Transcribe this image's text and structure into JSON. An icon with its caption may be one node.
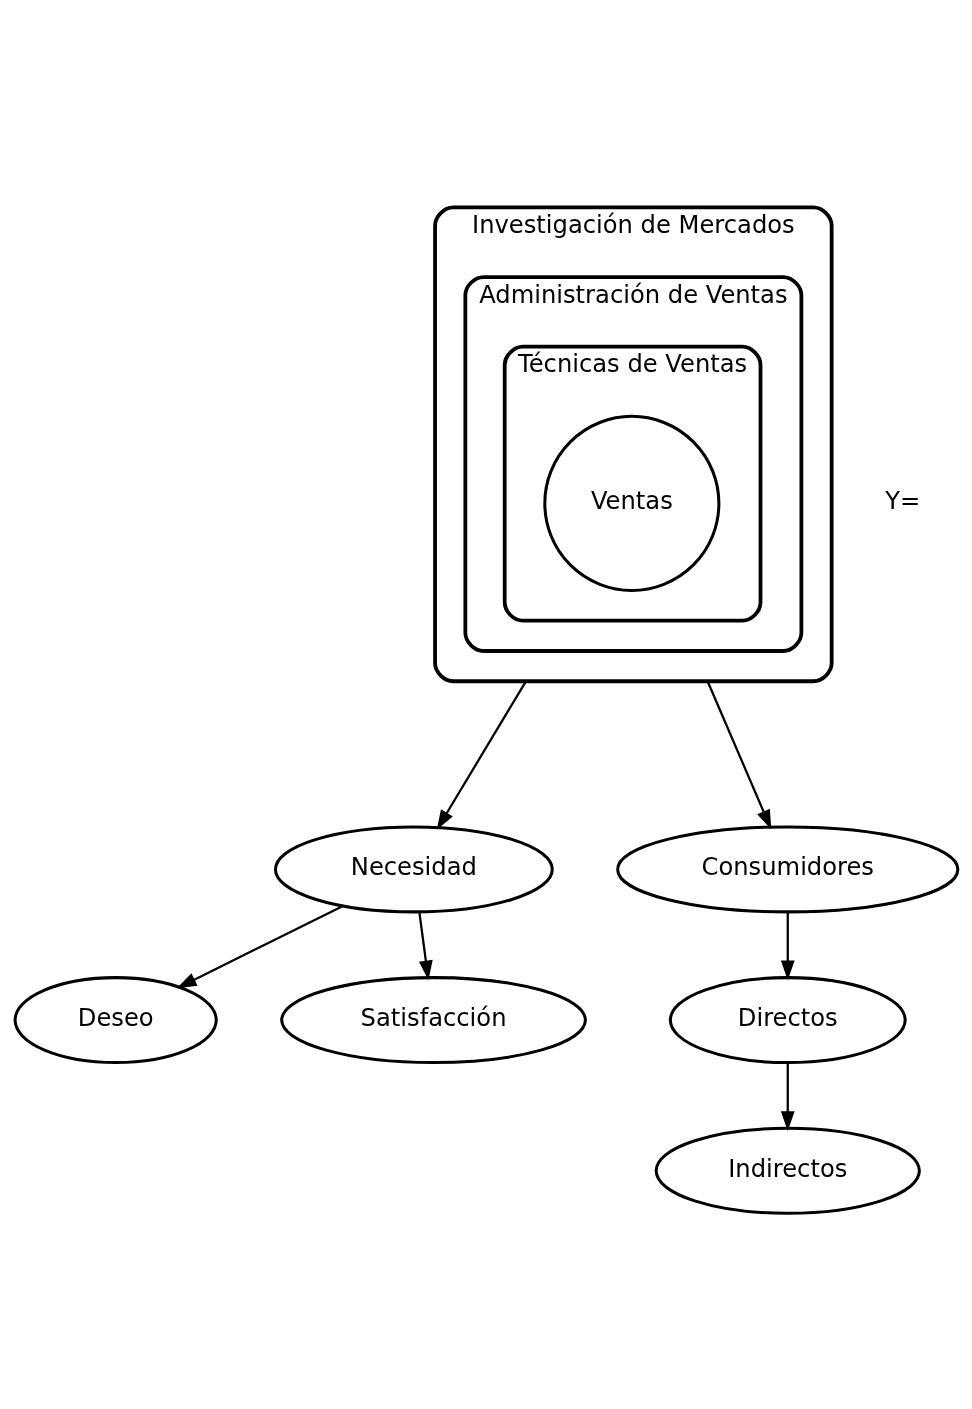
{
  "diagram": {
    "nodes": [
      {
        "text": [
          "Investigación de Mercados"
        ]
      },
      {
        "text": [
          "Administración de Ventas"
        ],
        "in": 0
      },
      {
        "text": [
          "Técnicas de Ventas"
        ],
        "in": 1
      },
      {
        "text": [
          "Ventas"
        ],
        "in": 2
      },
      {
        "text": [
          "Necesidad"
        ]
      },
      {
        "text": [
          "Deseo"
        ]
      },
      {
        "text": [
          "Satisfacción"
        ]
      },
      {
        "text": [
          "Consumidores"
        ]
      },
      {
        "text": [
          "Directos"
        ]
      },
      {
        "text": [
          "Indirectos"
        ]
      }
    ],
    "edges": [
      {
        "from": 0,
        "to": 4,
        "arrow": "to"
      },
      {
        "from": 0,
        "to": 7,
        "arrow": "to"
      },
      {
        "from": 4,
        "to": 5,
        "arrow": "to"
      },
      {
        "from": 4,
        "to": 6,
        "arrow": "to"
      },
      {
        "from": 7,
        "to": 8,
        "arrow": "to"
      },
      {
        "from": 8,
        "to": 9,
        "arrow": "to"
      }
    ],
    "labels": [
      "Y="
    ]
  }
}
